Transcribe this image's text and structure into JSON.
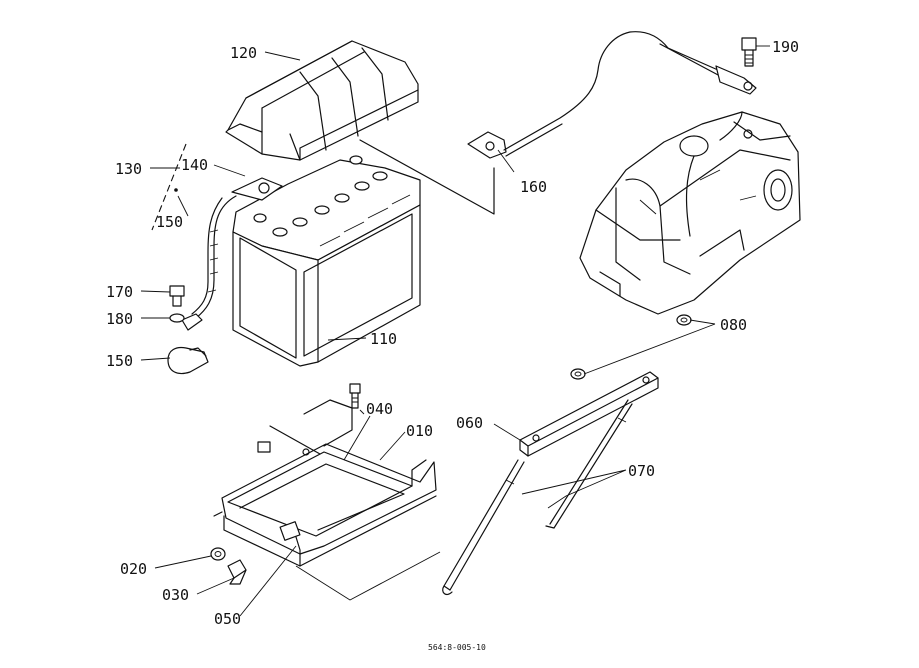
{
  "diagram": {
    "labels": {
      "p010": "010",
      "p020": "020",
      "p030": "030",
      "p040": "040",
      "p050": "050",
      "p060": "060",
      "p070": "070",
      "p080": "080",
      "p110": "110",
      "p120": "120",
      "p130": "130",
      "p140": "140",
      "p150a": "150",
      "p150b": "150",
      "p160": "160",
      "p170": "170",
      "p180": "180",
      "p190": "190"
    },
    "figure_code": "564:8-005-10"
  }
}
